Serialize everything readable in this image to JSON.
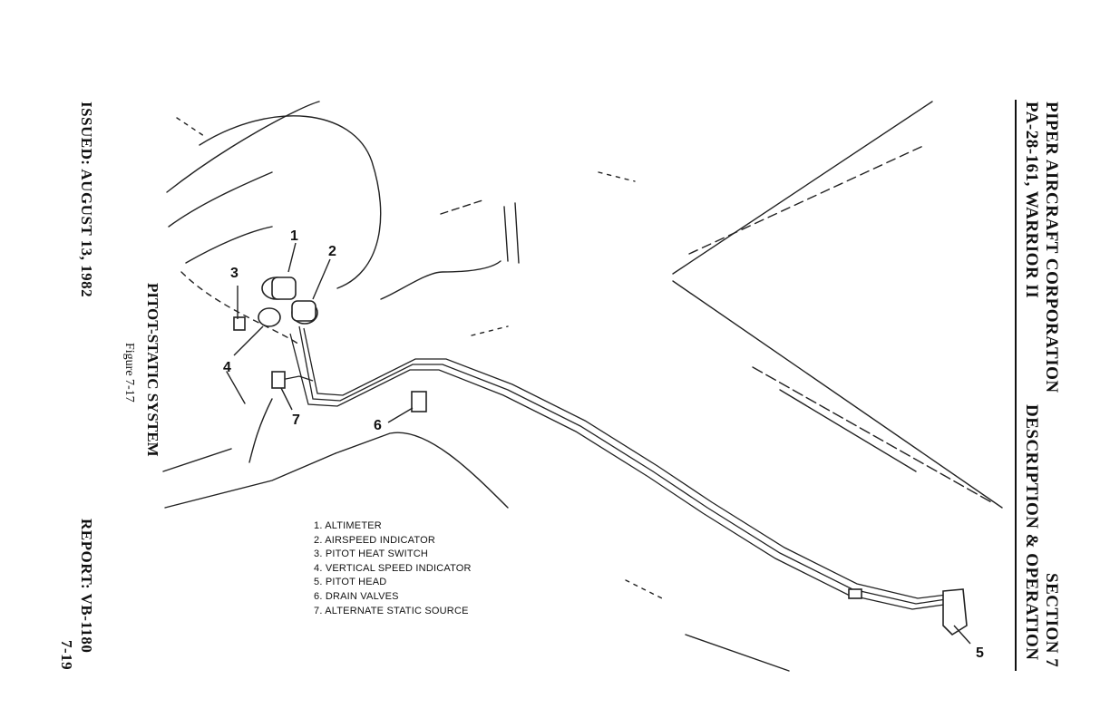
{
  "header": {
    "company": "PIPER AIRCRAFT CORPORATION",
    "model": "PA-28-161, WARRIOR II",
    "section": "SECTION 7",
    "section_title": "DESCRIPTION & OPERATION"
  },
  "footer": {
    "issued": "ISSUED: AUGUST 13, 1982",
    "report": "REPORT: VB-1180",
    "page": "7-19"
  },
  "figure": {
    "title": "PITOT-STATIC SYSTEM",
    "number": "Figure 7-17",
    "callouts": [
      "1",
      "2",
      "3",
      "4",
      "5",
      "6",
      "7"
    ],
    "legend": [
      "1.  ALTIMETER",
      "2.  AIRSPEED INDICATOR",
      "3.  PITOT HEAT SWITCH",
      "4.  VERTICAL SPEED INDICATOR",
      "5.  PITOT HEAD",
      "6.  DRAIN VALVES",
      "7.  ALTERNATE STATIC SOURCE"
    ]
  }
}
